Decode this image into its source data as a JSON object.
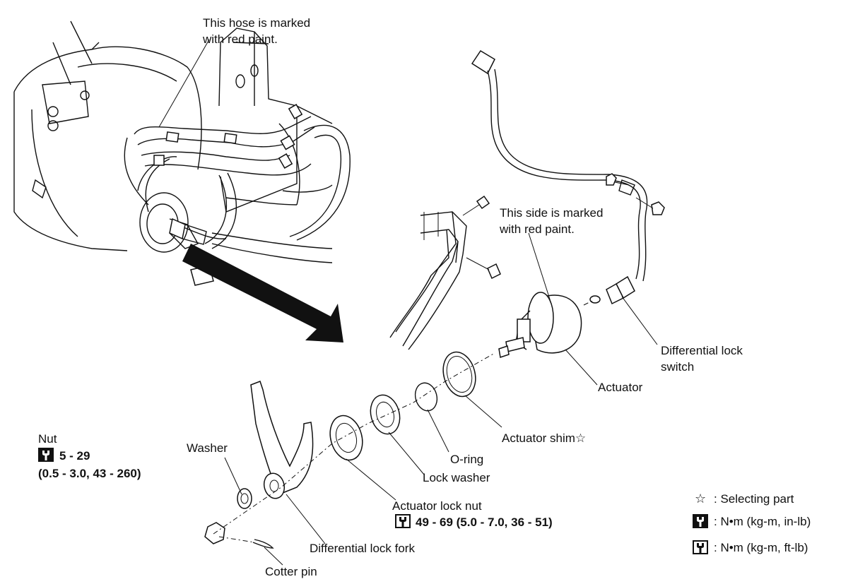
{
  "labels": {
    "hose_note_line1": "This hose is marked",
    "hose_note_line2": "with red paint.",
    "side_note_line1": "This side is marked",
    "side_note_line2": "with red paint.",
    "diff_lock_switch_line1": "Differential lock",
    "diff_lock_switch_line2": "switch",
    "actuator": "Actuator",
    "actuator_shim": "Actuator shim☆",
    "o_ring": "O-ring",
    "lock_washer": "Lock washer",
    "actuator_lock_nut": "Actuator lock nut",
    "actuator_lock_nut_torque": "49 - 69 (5.0 - 7.0, 36 - 51)",
    "nut": "Nut",
    "nut_torque_line1": "5 - 29",
    "nut_torque_line2": "(0.5 - 3.0, 43 - 260)",
    "washer": "Washer",
    "differential_lock_fork": "Differential lock fork",
    "cotter_pin": "Cotter pin"
  },
  "legend": {
    "selecting_part": ":  Selecting part",
    "torque_in_lb": ":  N•m (kg-m, in-lb)",
    "torque_ft_lb": ":  N•m (kg-m, ft-lb)"
  },
  "icons": {
    "star": "star-outline-icon",
    "torque_in_lb": "torque-wrench-in-lb-icon",
    "torque_ft_lb": "torque-wrench-ft-lb-icon"
  },
  "colors": {
    "line": "#111111",
    "background": "#ffffff"
  }
}
